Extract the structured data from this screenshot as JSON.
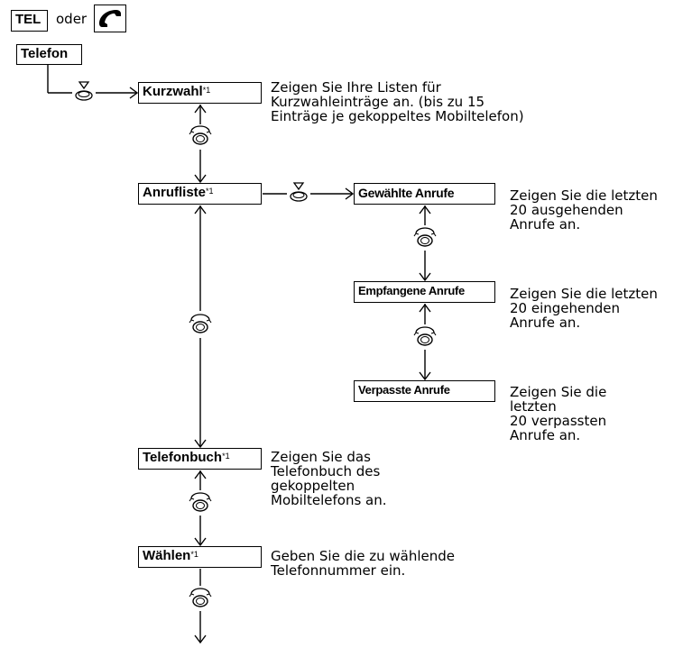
{
  "header": {
    "tel_key": "TEL",
    "oder": "oder",
    "phone_icon": "phone-handset-icon"
  },
  "nodes": {
    "telefon": "Telefon",
    "kurzwahl": "Kurzwahl",
    "anrufliste": "Anrufliste",
    "gewaehlte": "Gewählte Anrufe",
    "empfangene": "Empfangene Anrufe",
    "verpasste": "Verpasste Anrufe",
    "telefonbuch": "Telefonbuch",
    "waehlen": "Wählen",
    "footnote_mark": "*1"
  },
  "descriptions": {
    "kurzwahl": [
      "Zeigen Sie Ihre Listen für",
      "Kurzwahleinträge an. (bis zu 15",
      "Einträge je gekoppeltes Mobiltelefon)"
    ],
    "gewaehlte": [
      "Zeigen Sie die letzten",
      "20 ausgehenden",
      "Anrufe an."
    ],
    "empfangene": [
      "Zeigen Sie die letzten",
      "20 eingehenden",
      "Anrufe an."
    ],
    "verpasste": [
      "Zeigen Sie die",
      "letzten",
      "20 verpassten",
      "Anrufe an."
    ],
    "telefonbuch": [
      "Zeigen Sie das",
      "Telefonbuch des",
      "gekoppelten",
      "Mobiltelefons an."
    ],
    "waehlen": [
      "Geben Sie die zu wählende",
      "Telefonnummer ein."
    ]
  }
}
